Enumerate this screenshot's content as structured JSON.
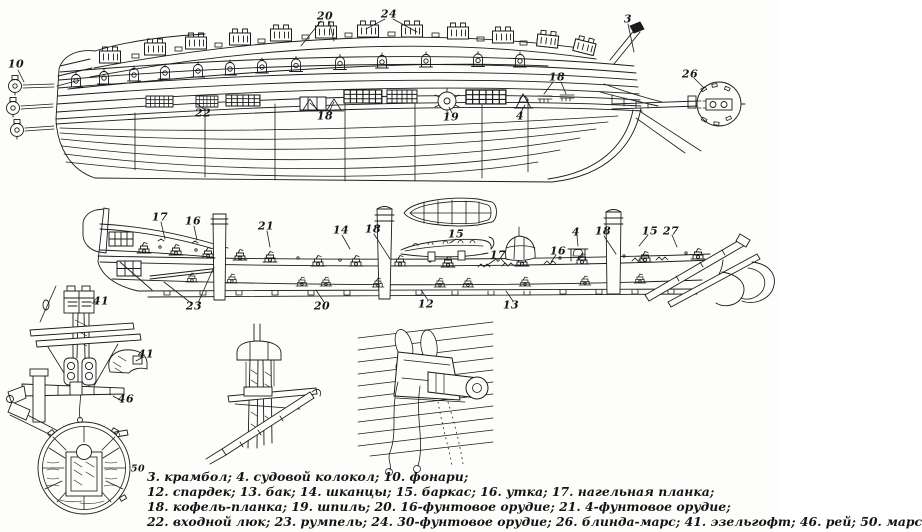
{
  "colors": {
    "ink": "#1b1b1b",
    "paper": "#fdfdfb"
  },
  "annotations": {
    "top": [
      "10",
      "22",
      "20",
      "24",
      "18",
      "19",
      "4",
      "18",
      "3",
      "26"
    ],
    "middle": [
      "17",
      "16",
      "21",
      "23",
      "14",
      "18",
      "15",
      "17",
      "16",
      "4",
      "18",
      "15",
      "27",
      "20",
      "12",
      "13"
    ],
    "details": [
      "41",
      "41",
      "46",
      "50"
    ]
  },
  "caption": {
    "lines": [
      "3. крамбол; 4. судовой колокол; 10. фонари;",
      "12. спардек; 13. бак; 14. шканцы; 15. баркас; 16. утка; 17. нагельная планка;",
      "18. кофель-планка; 19. шпиль; 20. 16-фунтовое орудие; 21. 4-фунтовое орудие;",
      "22. входной люк; 23. румпель; 24. 30-фунтовое орудие; 26. блинда-марс; 41. эзельгофт; 46. рей; 50. марс"
    ]
  }
}
